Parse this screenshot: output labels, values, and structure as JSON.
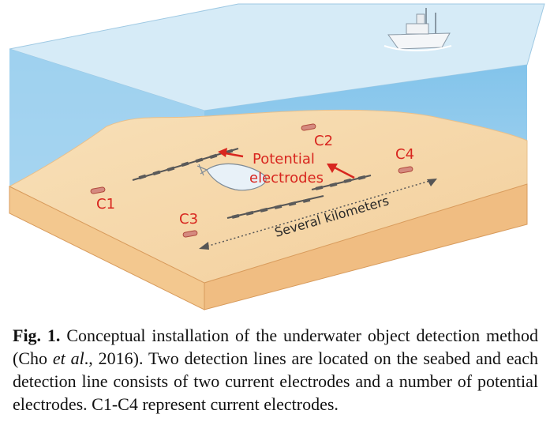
{
  "figure": {
    "electrode_labels": [
      "C1",
      "C2",
      "C3",
      "C4"
    ],
    "annotation": [
      "Potential",
      "electrodes"
    ],
    "distance_label": "Several kilometers"
  },
  "caption": {
    "label": "Fig. 1.",
    "text_before_italic": " Conceptual installation of the underwater object detection method (Cho ",
    "italic": "et al",
    "text_after_italic": "., 2016). Two detection lines are located on the seabed and each detection line consists of two current electrodes and a number of potential electrodes. C1-C4 represent current electrodes."
  },
  "colors": {
    "sea_top": "#cfe6f5",
    "sea_water": "#8ec9ec",
    "sand_top": "#f6d8ac",
    "sand_side": "#f0be83",
    "electrode_red": "#d8261f"
  }
}
